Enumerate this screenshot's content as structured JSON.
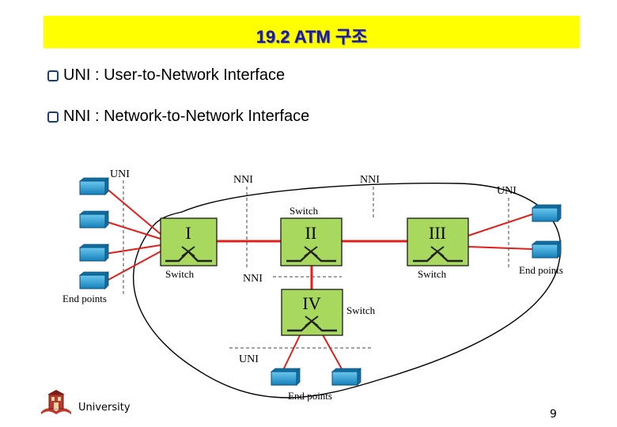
{
  "title": "19.2 ATM 구조",
  "bullets": [
    "UNI : User-to-Network Interface",
    "NNI : Network-to-Network Interface"
  ],
  "diagram": {
    "interface_labels": {
      "uni_left": "UNI",
      "nni_top_left": "NNI",
      "nni_top_right": "NNI",
      "uni_right": "UNI",
      "nni_middle": "NNI",
      "uni_bottom": "UNI"
    },
    "switches": [
      {
        "id": "I",
        "label": "Switch"
      },
      {
        "id": "II",
        "label": "Switch"
      },
      {
        "id": "III",
        "label": "Switch"
      },
      {
        "id": "IV",
        "label": "Switch"
      }
    ],
    "endpoint_labels": {
      "left": "End points",
      "right": "End points",
      "bottom": "End points"
    },
    "colors": {
      "link": "#e0201a",
      "switch_fill": "#a8d85e",
      "endpoint_fill": "#1a9ad6"
    }
  },
  "footer": {
    "university": "University",
    "page_number": "9"
  }
}
